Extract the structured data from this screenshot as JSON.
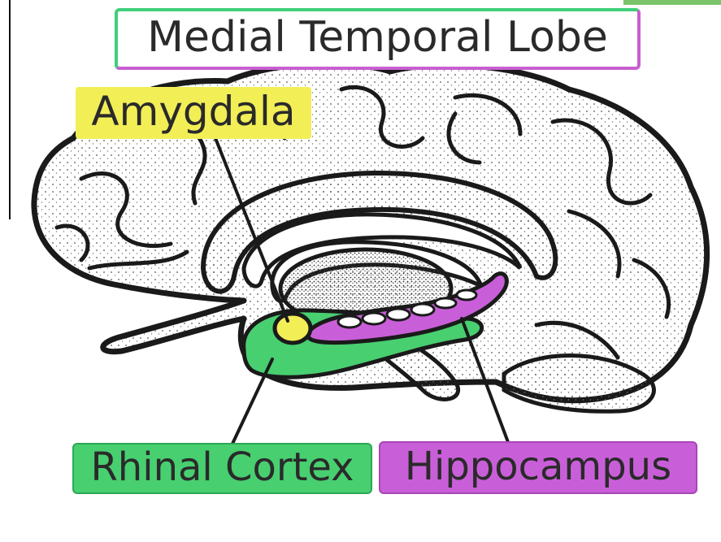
{
  "figure": {
    "title": "Medial Temporal Lobe",
    "labels": {
      "amygdala": "Amygdala",
      "rhinal_cortex": "Rhinal Cortex",
      "hippocampus": "Hippocampus"
    }
  },
  "colors": {
    "amygdala": "#f2ee56",
    "rhinal_cortex": "#48cf70",
    "hippocampus": "#c95fd8",
    "outline": "#1a1a1a",
    "title_border_left": "#3fcf7a",
    "title_border_right": "#c85fd0"
  }
}
